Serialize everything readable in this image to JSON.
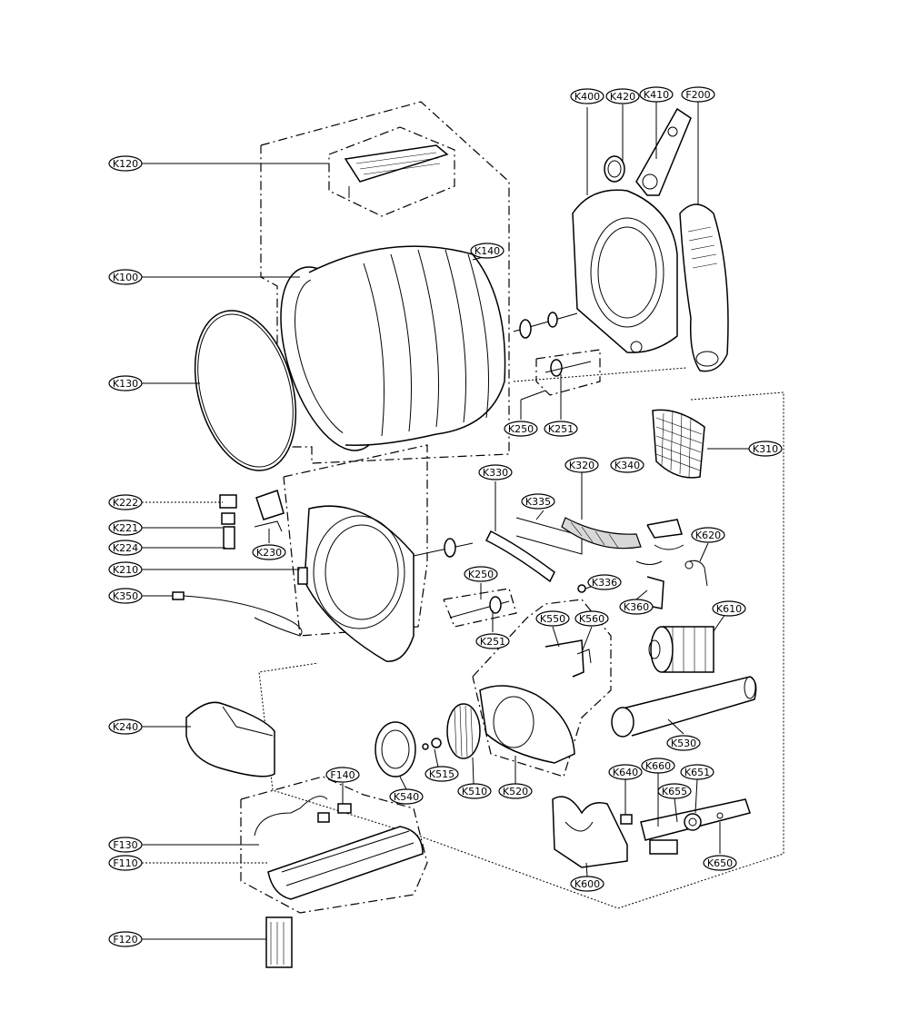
{
  "labels": {
    "K120": "K120",
    "K100": "K100",
    "K130": "K130",
    "K140": "K140",
    "K400": "K400",
    "K420": "K420",
    "K410": "K410",
    "F200": "F200",
    "K250a": "K250",
    "K251a": "K251",
    "K310": "K310",
    "K330": "K330",
    "K320": "K320",
    "K340": "K340",
    "K335": "K335",
    "K222": "K222",
    "K221": "K221",
    "K224": "K224",
    "K230": "K230",
    "K210": "K210",
    "K350": "K350",
    "K250b": "K250",
    "K251b": "K251",
    "K336": "K336",
    "K620": "K620",
    "K360": "K360",
    "K610": "K610",
    "K550": "K550",
    "K560": "K560",
    "K240": "K240",
    "K530": "K530",
    "K515": "K515",
    "K510": "K510",
    "K520": "K520",
    "K540": "K540",
    "F140": "F140",
    "K640": "K640",
    "K660": "K660",
    "K651": "K651",
    "K655": "K655",
    "F130": "F130",
    "F110": "F110",
    "K650": "K650",
    "K600": "K600",
    "F120": "F120"
  }
}
